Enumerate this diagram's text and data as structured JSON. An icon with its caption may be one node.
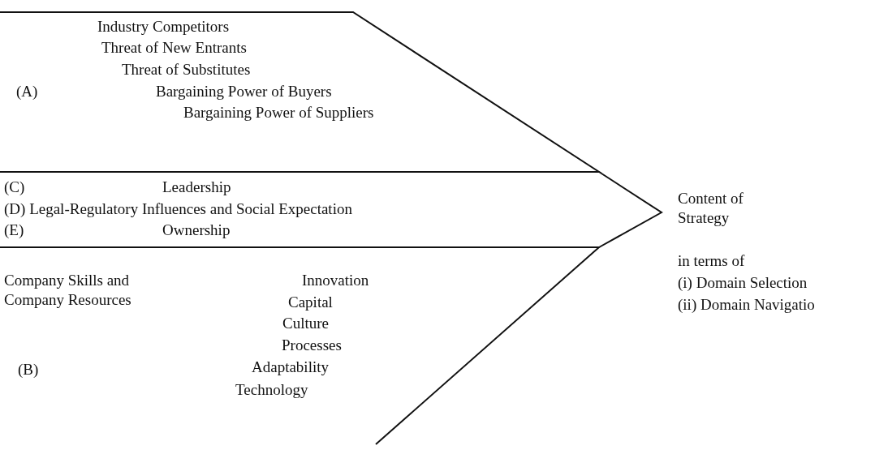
{
  "diagram": {
    "nodes": [
      {
        "text": [
          "Industry Competitors",
          "Threat of New Entrants",
          "Threat of Substitutes",
          "(A)",
          "Bargaining Power of Buyers",
          "Bargaining Power of Suppliers"
        ]
      },
      {
        "text": [
          "(C)",
          "Leadership",
          "(D) Legal-Regulatory Influences and Social Expectation",
          "(E)",
          "Ownership"
        ]
      },
      {
        "text": [
          "Company Skills and Company Resources",
          "Innovation",
          "Capital",
          "Culture",
          "Processes",
          "Adaptability",
          "Technology",
          "(B)"
        ]
      }
    ],
    "edges": [],
    "labels": [
      "Content of Strategy",
      "in terms of",
      "(i) Domain Selection",
      "(ii) Domain Navigatio"
    ]
  }
}
